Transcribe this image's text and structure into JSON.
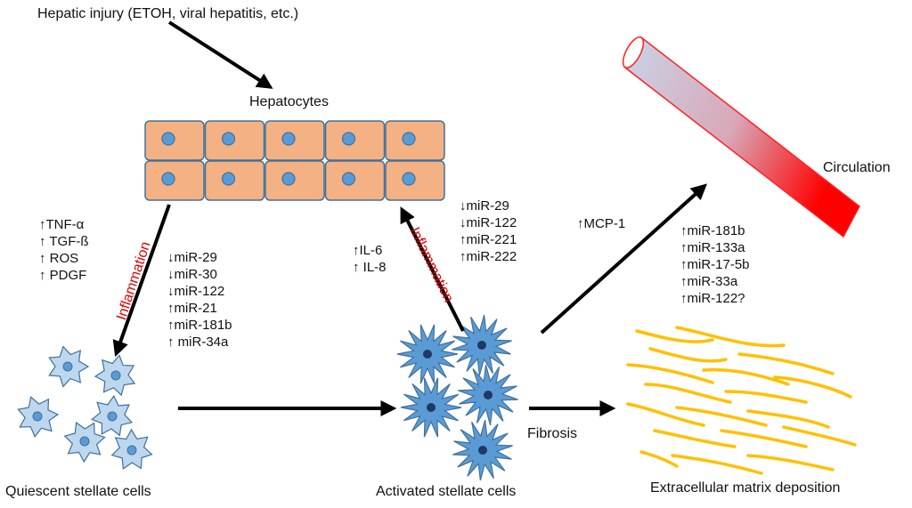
{
  "labels": {
    "injury": "Hepatic injury (ETOH, viral hepatitis, etc.)",
    "hepatocytes": "Hepatocytes",
    "circulation": "Circulation",
    "quiescent": "Quiescent stellate cells",
    "activated": "Activated stellate cells",
    "ecm": "Extracellular matrix deposition",
    "fibrosis": "Fibrosis",
    "inflammation_left": "Inflammation",
    "inflammation_right": "Inflammation",
    "mcp": "↑MCP-1"
  },
  "cytokines_left": [
    "↑TNF-α",
    "↑ TGF-ß",
    "↑ ROS",
    "↑ PDGF"
  ],
  "mirs_quiescent": [
    "↓miR-29",
    "↓miR-30",
    "↓miR-122",
    "↑miR-21",
    "↑miR-181b",
    "↑ miR-34a"
  ],
  "cytokines_right": [
    "↑IL-6",
    "↑ IL-8"
  ],
  "mirs_hepatocyte": [
    "↓miR-29",
    "↓miR-122",
    "↑miR-221",
    "↑miR-222"
  ],
  "mirs_circulation": [
    "↑miR-181b",
    "↑miR-133a",
    "↑miR-17-5b",
    "↑miR-33a",
    "↑miR-122?"
  ],
  "colors": {
    "hepatocyte_fill": "#f4b183",
    "cell_border": "#41719c",
    "nucleus": "#5b9bd5",
    "quiescent_fill": "#bdd7ee",
    "activated_fill": "#5b9bd5",
    "activated_nucleus": "#1f3864",
    "ecm_fiber": "#ffc000",
    "arrow": "#000000",
    "inflammation": "#e00000",
    "vessel_light": "#c9d4e8",
    "vessel_dark": "#ff0000"
  }
}
